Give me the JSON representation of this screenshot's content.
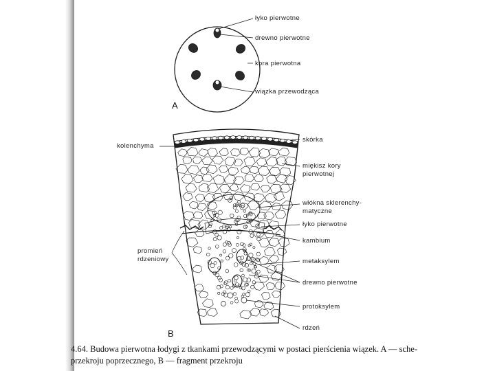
{
  "figure": {
    "panel_a": {
      "letter": "A",
      "labels": {
        "phloem": "łyko pierwotne",
        "xylem": "drewno pierwotne",
        "cortex": "kora pierwotna",
        "bundle": "wiązka przewodząca"
      }
    },
    "panel_b": {
      "letter": "B",
      "labels": {
        "collenchyma": "kolenchyma",
        "epidermis": "skórka",
        "cortex_parenchyma_1": "miękisz kory",
        "cortex_parenchyma_2": "pierwotnej",
        "sclerenchyma_1": "włókna sklerenchy-",
        "sclerenchyma_2": "matyczne",
        "phloem": "łyko pierwotne",
        "cambium": "kambium",
        "ray_1": "promień",
        "ray_2": "rdzeniowy",
        "metaxylem": "metaksylem",
        "xylem": "drewno pierwotne",
        "protoxylem": "protoksylem",
        "pith": "rdzeń"
      }
    },
    "caption": {
      "line1": "4.64. Budowa pierwotna łodygi z tkankami przewodzącymi w postaci pierścienia wiązek. A — sche-",
      "line2": "przekroju poprzecznego, B — fragment przekroju"
    }
  },
  "colors": {
    "ink": "#1a1a1a",
    "paper": "#ffffff"
  }
}
